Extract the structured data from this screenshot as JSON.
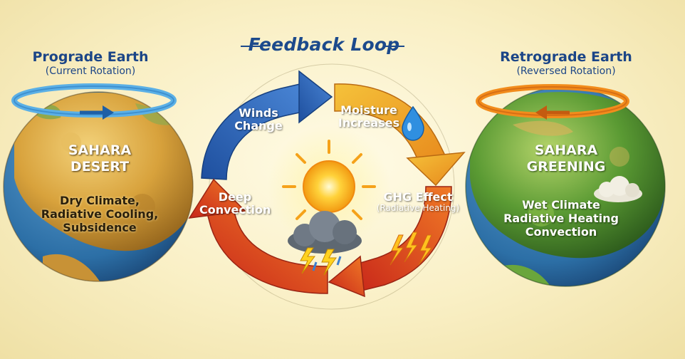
{
  "title": "Feedback Loop",
  "left_earth": {
    "name": "Prograde Earth",
    "subtitle": "(Current Rotation)",
    "region": [
      "SAHARA",
      "DESERT"
    ],
    "climate": [
      "Dry Climate,",
      "Radiative Cooling,",
      "Subsidence"
    ]
  },
  "right_earth": {
    "name": "Retrograde Earth",
    "subtitle": "(Reversed Rotation)",
    "region": [
      "SAHARA",
      "GREENING"
    ],
    "climate": [
      "Wet Climate",
      "Radiative Heating",
      "Convection"
    ]
  },
  "loop": {
    "winds": [
      "Winds",
      "Change"
    ],
    "moisture": [
      "Moisture",
      "Increases"
    ],
    "ghg": [
      "GHG Effect",
      "(Radiative Heating)"
    ],
    "convection": [
      "Deep",
      "Convection"
    ]
  },
  "icons": [
    "sun-icon",
    "storm-cloud-icon",
    "water-drop-icon",
    "heat-lightning-icon",
    "cloud-icon"
  ],
  "colors": {
    "title_blue": "#1c4a8c",
    "arrow_blue": "#2f63b8",
    "arrow_orange": "#f09a1e",
    "arrow_red": "#d8331c",
    "desert": "#d9a33a",
    "green": "#5a9a33",
    "ocean": "#2c6fa6",
    "rotation_blue": "#5bb0e6",
    "rotation_orange": "#f28c1c"
  }
}
